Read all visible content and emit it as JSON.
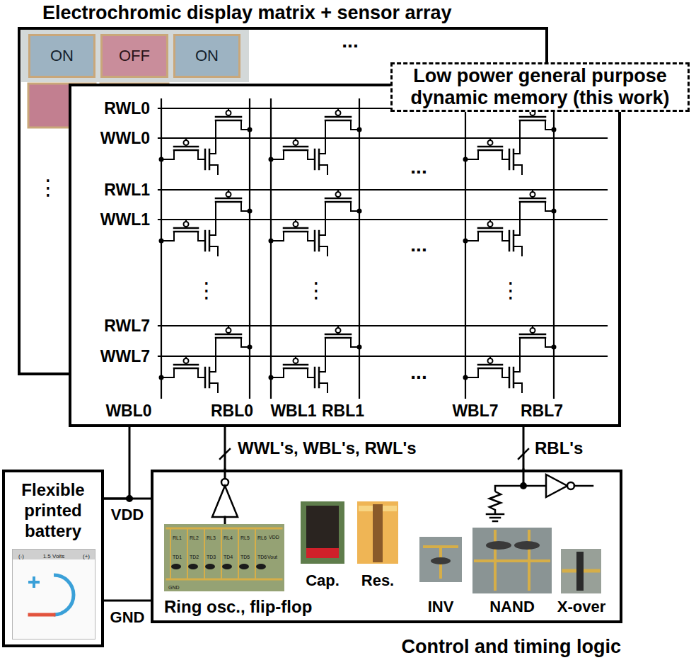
{
  "diagram": {
    "nodes": [
      {
        "text": [
          "Electrochromic display matrix + sensor array"
        ]
      },
      {
        "text": [
          "ON"
        ],
        "in": 0
      },
      {
        "text": [
          "OFF"
        ],
        "in": 0
      },
      {
        "text": [
          "ON"
        ],
        "in": 0
      },
      {
        "text": [
          "Low power general purpose dynamic memory (this work)"
        ]
      },
      {
        "text": [
          "RWL0",
          "WWL0",
          "RWL1",
          "WWL1",
          "RWL7",
          "WWL7",
          "WBL0",
          "RBL0",
          "WBL1",
          "RBL1",
          "WBL7",
          "RBL7"
        ]
      },
      {
        "text": [
          "Flexible printed battery"
        ]
      },
      {
        "text": [
          "(-)",
          "1.5 Volts",
          "(+)"
        ],
        "in": 6
      },
      {
        "text": [
          "Control and timing logic"
        ]
      },
      {
        "text": [
          "Ring osc., flip-flop",
          "RL1",
          "RL2",
          "RL3",
          "RL4",
          "RL5",
          "RL6",
          "VDD",
          "TD1",
          "TD2",
          "TD3",
          "TD4",
          "TD5",
          "TD6",
          "Vout",
          "GND"
        ],
        "in": 8
      },
      {
        "text": [
          "Cap."
        ],
        "in": 8
      },
      {
        "text": [
          "Res."
        ],
        "in": 8
      },
      {
        "text": [
          "INV"
        ],
        "in": 8
      },
      {
        "text": [
          "NAND"
        ],
        "in": 8
      },
      {
        "text": [
          "X-over"
        ],
        "in": 8
      }
    ],
    "edges": [
      {
        "from": 5,
        "to": 8,
        "arrow": "none",
        "label": "WWL's, WBL's, RWL's"
      },
      {
        "from": 5,
        "to": 8,
        "arrow": "none",
        "label": "RBL's"
      },
      {
        "from": 6,
        "to": 5,
        "arrow": "none"
      },
      {
        "from": 6,
        "to": 8,
        "arrow": "none"
      },
      {
        "from": 6,
        "to": 8,
        "arrow": "none"
      }
    ],
    "labels": [
      "...",
      "⋮",
      "...",
      "...",
      "...",
      "⋮",
      "⋮",
      "⋮",
      "VDD",
      "GND"
    ]
  }
}
